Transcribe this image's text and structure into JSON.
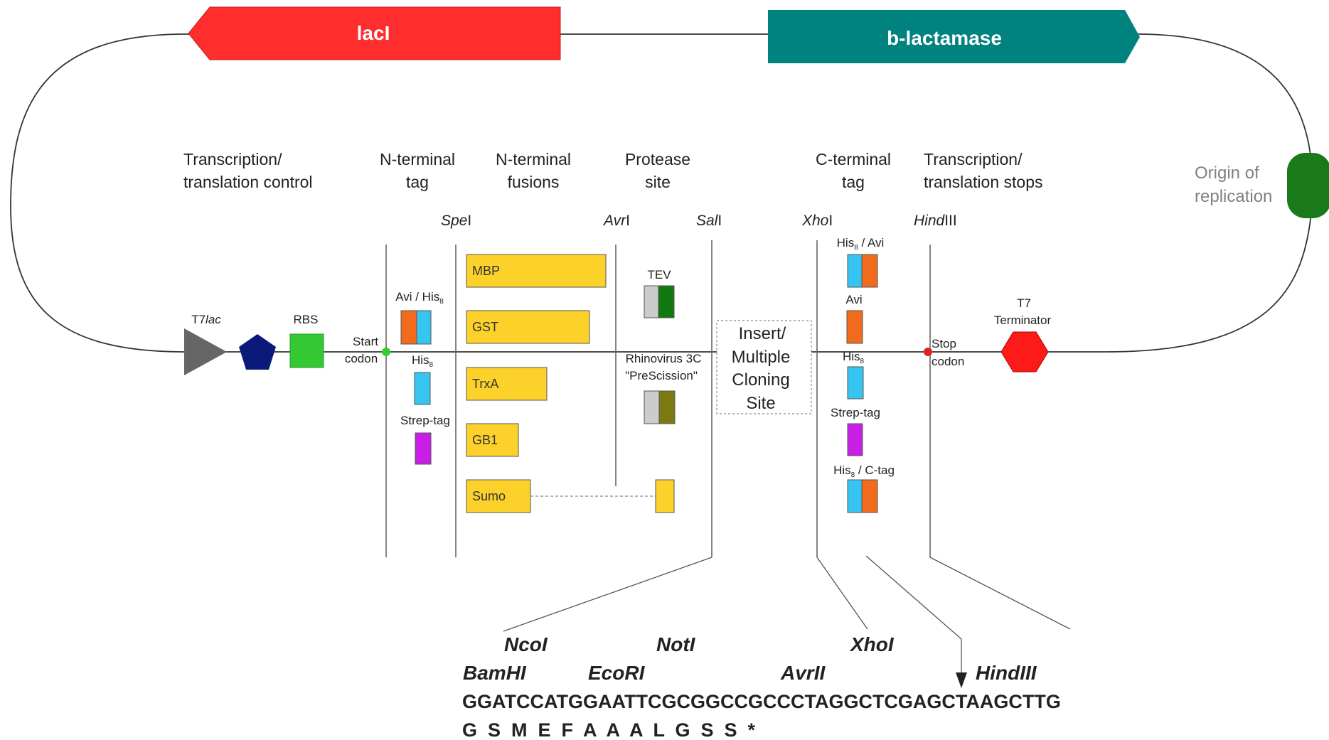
{
  "genes": {
    "lacI": "lacI",
    "bla": "b-lactamase"
  },
  "origin": {
    "line1": "Origin of",
    "line2": "replication"
  },
  "colors": {
    "lacI": "#ff2d2d",
    "bla": "#00827f",
    "ori": "#1a7a1a",
    "t7lac": "#666666",
    "rbs_site": "#0b1a7a",
    "rbs": "#34c934",
    "fusion": "#fcd22a",
    "avi": "#f26a1b",
    "his": "#36c5f0",
    "strep": "#c81ee6",
    "tev": "#107a10",
    "prescission": "#7a7a10",
    "grey": "#cccccc",
    "terminator": "#ff1a1a",
    "start": "#33cc33",
    "stop": "#dd2222"
  },
  "headers": [
    {
      "id": "control",
      "l1": "Transcription/",
      "l2": "translation control"
    },
    {
      "id": "nterm_tag",
      "l1": "N-terminal",
      "l2": "tag"
    },
    {
      "id": "nterm_fusions",
      "l1": "N-terminal",
      "l2": "fusions"
    },
    {
      "id": "protease",
      "l1": "Protease",
      "l2": "site"
    },
    {
      "id": "cterm_tag",
      "l1": "C-terminal",
      "l2": "tag"
    },
    {
      "id": "stops",
      "l1": "Transcription/",
      "l2": "translation stops"
    }
  ],
  "sites": {
    "spe": {
      "a": "Spe",
      "b": "I"
    },
    "avr": {
      "a": "Avr",
      "b": "I"
    },
    "sal": {
      "a": "Sal",
      "b": "I"
    },
    "xho": {
      "a": "Xho",
      "b": "I"
    },
    "hind": {
      "a": "Hind",
      "b": "III"
    }
  },
  "control": {
    "t7_a": "T7",
    "t7_b": "lac",
    "rbs": "RBS",
    "start_l1": "Start",
    "start_l2": "codon",
    "stop_l1": "Stop",
    "stop_l2": "codon",
    "term_l1": "T7",
    "term_l2": "Terminator"
  },
  "ntags": {
    "avi_his": "Avi / His",
    "his": "His",
    "strep": "Strep-tag",
    "sub": "8"
  },
  "fusions": [
    "MBP",
    "GST",
    "TrxA",
    "GB1",
    "Sumo"
  ],
  "protease": {
    "tev": "TEV",
    "rhino_l1": "Rhinovirus 3C",
    "rhino_l2": "\"PreScission\""
  },
  "insert": [
    "Insert/",
    "Multiple",
    "Cloning",
    "Site"
  ],
  "ctags": {
    "his_avi": "His",
    "his_avi_suffix": " / Avi",
    "avi": "Avi",
    "his": "His",
    "strep": "Strep-tag",
    "his_c": "His",
    "his_c_suffix": " / C-tag",
    "sub": "8"
  },
  "mcs": {
    "row1": [
      "NcoI",
      "NotI",
      "XhoI"
    ],
    "row2": [
      "BamHI",
      "EcoRI",
      "AvrII",
      "HindIII"
    ],
    "sequence": "GGATCCATGGAATTCGCGGCCGCCCTAGGCTCGAGCTAAGCTTG",
    "translation": "G  S  M  E  F  A  A  A  L  G  S  S  *"
  }
}
